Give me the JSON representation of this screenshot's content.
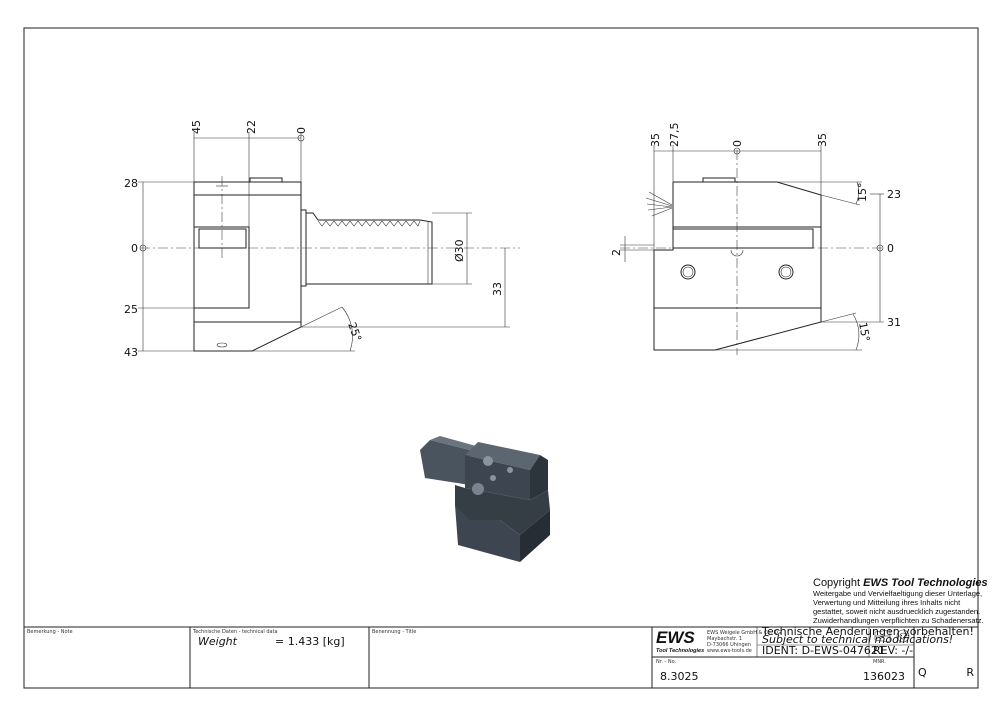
{
  "left_view": {
    "top_dims": [
      "45",
      "22",
      "0"
    ],
    "left_dims": [
      "28",
      "0",
      "25",
      "43"
    ],
    "diameter": "Ø30",
    "height_dim": "33",
    "angle": "25°"
  },
  "right_view": {
    "top_dims": [
      "35",
      "27,5",
      "0",
      "35"
    ],
    "right_dims": [
      "23",
      "0",
      "31"
    ],
    "offset_dim": "2",
    "angle_top": "15°",
    "angle_bottom": "15°"
  },
  "copyright": {
    "title_prefix": "Copyright",
    "title_brand": "EWS Tool Technologies",
    "lines": [
      "Weitergabe und Vervielfaeltigung dieser Unterlage,",
      "Verwertung und Mitteilung ihres Inhalts nicht",
      "gestattet, soweit nicht ausdruecklich zugestanden.",
      "Zuwiderhandlungen verpflichten zu Schadenersatz."
    ]
  },
  "title_block": {
    "note_label": "Bemerkung - Note",
    "tech_label": "Technische Daten - technical data",
    "weight_label": "Weight",
    "weight_value": "=  1.433 [kg]",
    "title_label": "Benennung - Title",
    "logo": "EWS",
    "logo_sub": "Tool Technologies",
    "company": [
      "EWS Weigele GmbH & Co. KG",
      "Maybachstr. 1",
      "D-73066 Uhingen",
      "www.ews-tools.de"
    ],
    "changes_de": "Technische Aenderungen vorbehalten!",
    "changes_en": "Subject to technical modifications!",
    "ident": "IDENT:  D-EWS-047621",
    "rev": "REV:  -/-",
    "nr_label": "Nr. - No.",
    "nr_value": "8.3025",
    "mnr_label": "MNR.",
    "mnr_value": "136023",
    "code": "QR"
  },
  "colors": {
    "line": "#222222",
    "render": "#3d4650"
  }
}
